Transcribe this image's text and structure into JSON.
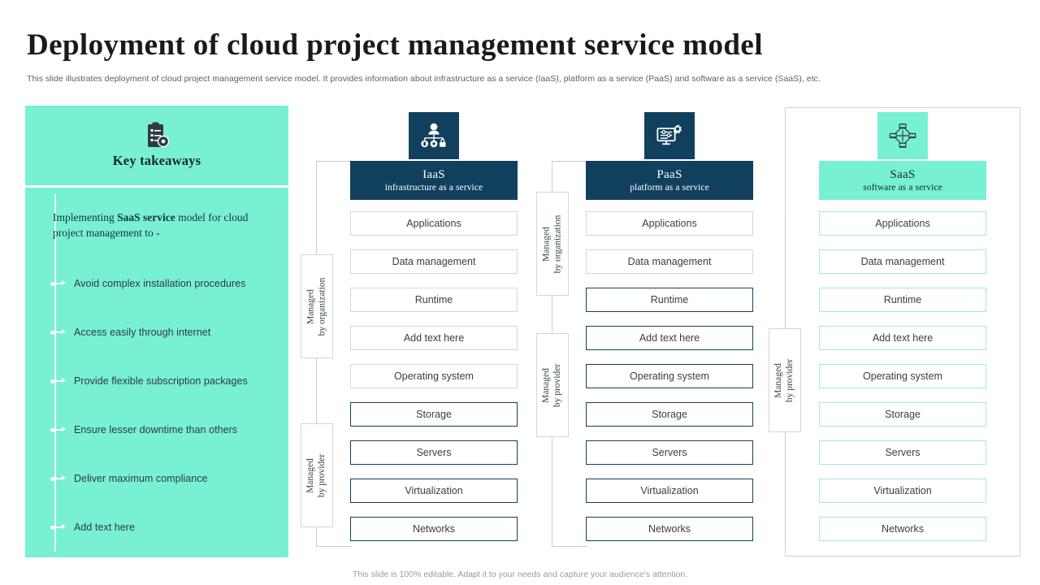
{
  "slide": {
    "title": "Deployment of cloud project management service model",
    "subtitle": "This slide illustrates deployment of cloud project management service model. It provides information about infrastructure as a service (IaaS), platform as a service (PaaS) and software as a service (SaaS), etc.",
    "footer": "This slide is 100% editable. Adapt it to your needs and capture your audience's attention."
  },
  "colors": {
    "teal": "#78f0d2",
    "navy": "#11405f",
    "teal_border": "#a5e8dc",
    "gray_border": "#d3d6d8",
    "text": "#3d3d3d"
  },
  "takeaways": {
    "icon": "clipboard-checklist-icon",
    "title": "Key takeaways",
    "intro_prefix": "Implementing ",
    "intro_bold": "SaaS service",
    "intro_suffix": " model for cloud project management  to -",
    "items": [
      {
        "label": "Avoid complex installation procedures"
      },
      {
        "label": "Access easily through internet"
      },
      {
        "label": "Provide flexible subscription packages"
      },
      {
        "label": "Ensure lesser downtime than others"
      },
      {
        "label": "Deliver maximum compliance"
      },
      {
        "label": "Add text here"
      }
    ]
  },
  "columns": [
    {
      "id": "iaas",
      "icon": "user-hierarchy-icon",
      "icon_style": "navy",
      "header_style": "navy",
      "abbr": "IaaS",
      "full": "infrastructure as a service",
      "layers": [
        {
          "label": "Applications",
          "managed": "org"
        },
        {
          "label": "Data management",
          "managed": "org"
        },
        {
          "label": "Runtime",
          "managed": "org"
        },
        {
          "label": "Add text here",
          "managed": "org"
        },
        {
          "label": "Operating system",
          "managed": "org"
        },
        {
          "label": "Storage",
          "managed": "prov"
        },
        {
          "label": "Servers",
          "managed": "prov"
        },
        {
          "label": "Virtualization",
          "managed": "prov"
        },
        {
          "label": "Networks",
          "managed": "prov"
        }
      ],
      "managed_labels": [
        {
          "line1": "Managed",
          "line2": "by organization"
        },
        {
          "line1": "Managed",
          "line2": "by provider"
        }
      ]
    },
    {
      "id": "paas",
      "icon": "monitor-settings-gear-icon",
      "icon_style": "navy",
      "header_style": "navy",
      "abbr": "PaaS",
      "full": "platform as a service",
      "layers": [
        {
          "label": "Applications",
          "managed": "org"
        },
        {
          "label": "Data management",
          "managed": "org"
        },
        {
          "label": "Runtime",
          "managed": "prov"
        },
        {
          "label": "Add text here",
          "managed": "prov"
        },
        {
          "label": "Operating system",
          "managed": "prov"
        },
        {
          "label": "Storage",
          "managed": "prov"
        },
        {
          "label": "Servers",
          "managed": "prov"
        },
        {
          "label": "Virtualization",
          "managed": "prov"
        },
        {
          "label": "Networks",
          "managed": "prov"
        }
      ],
      "managed_labels": [
        {
          "line1": "Managed",
          "line2": "by organization"
        },
        {
          "line1": "Managed",
          "line2": "by provider"
        }
      ]
    },
    {
      "id": "saas",
      "icon": "network-nodes-icon",
      "icon_style": "teal",
      "header_style": "teal",
      "abbr": "SaaS",
      "full": "software as a service",
      "layers": [
        {
          "label": "Applications",
          "managed": "saas"
        },
        {
          "label": "Data management",
          "managed": "saas"
        },
        {
          "label": "Runtime",
          "managed": "saas"
        },
        {
          "label": "Add text here",
          "managed": "saas"
        },
        {
          "label": "Operating system",
          "managed": "saas"
        },
        {
          "label": "Storage",
          "managed": "saas"
        },
        {
          "label": "Servers",
          "managed": "saas"
        },
        {
          "label": "Virtualization",
          "managed": "saas"
        },
        {
          "label": "Networks",
          "managed": "saas"
        }
      ],
      "managed_labels": [
        {
          "line1": "Managed",
          "line2": "by provider"
        }
      ]
    }
  ]
}
